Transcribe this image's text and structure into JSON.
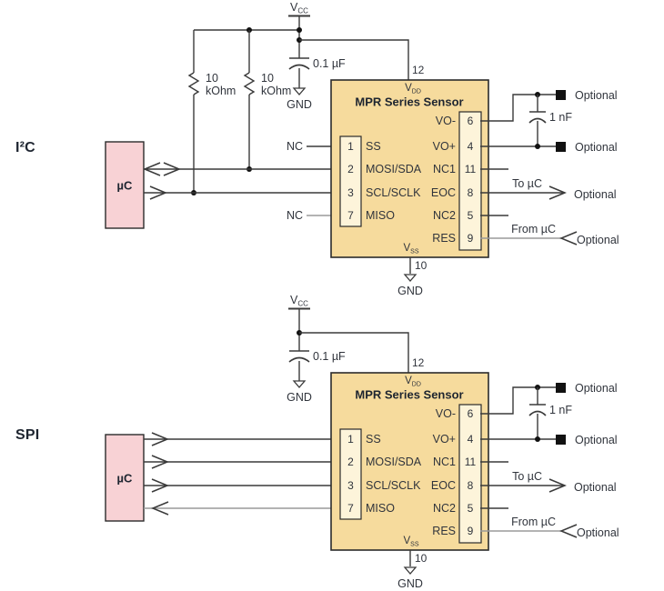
{
  "colors": {
    "background": "#ffffff",
    "wire": "#3a3a3a",
    "wire_secondary": "#9a9a9a",
    "sensor_fill": "#f6db9d",
    "pin_box_fill": "#fdf4da",
    "mcu_fill": "#f8d2d5",
    "border": "#2b2b2b",
    "text": "#30343c",
    "heading_text": "#1e2530",
    "solid_black": "#111111"
  },
  "sections": [
    {
      "id": "i2c",
      "label": "I²C",
      "bus": "i2c"
    },
    {
      "id": "spi",
      "label": "SPI",
      "bus": "spi"
    }
  ],
  "mcu": {
    "label": "µC"
  },
  "power": {
    "vcc_base": "V",
    "vcc_sub": "CC",
    "gnd": "GND",
    "decoupling_cap_value": "0.1 µF",
    "filter_cap_value": "1 nF"
  },
  "pullup_resistors": {
    "value_line1": "10",
    "value_line2": "kOhm"
  },
  "sensor": {
    "title": "MPR Series Sensor",
    "vdd_base": "V",
    "vdd_sub": "DD",
    "vss_base": "V",
    "vss_sub": "SS",
    "top_pin_number": "12",
    "bottom_pin_number": "10",
    "left_pins": [
      {
        "number": "1",
        "name": "SS"
      },
      {
        "number": "2",
        "name": "MOSI/SDA"
      },
      {
        "number": "3",
        "name": "SCL/SCLK"
      },
      {
        "number": "7",
        "name": "MISO"
      }
    ],
    "right_pins": [
      {
        "number": "6",
        "name": "VO-"
      },
      {
        "number": "4",
        "name": "VO+"
      },
      {
        "number": "11",
        "name": "NC1"
      },
      {
        "number": "8",
        "name": "EOC"
      },
      {
        "number": "5",
        "name": "NC2"
      },
      {
        "number": "9",
        "name": "RES"
      }
    ]
  },
  "annotations": {
    "nc": "NC",
    "optional": "Optional",
    "to_mcu": "To µC",
    "from_mcu": "From µC"
  }
}
